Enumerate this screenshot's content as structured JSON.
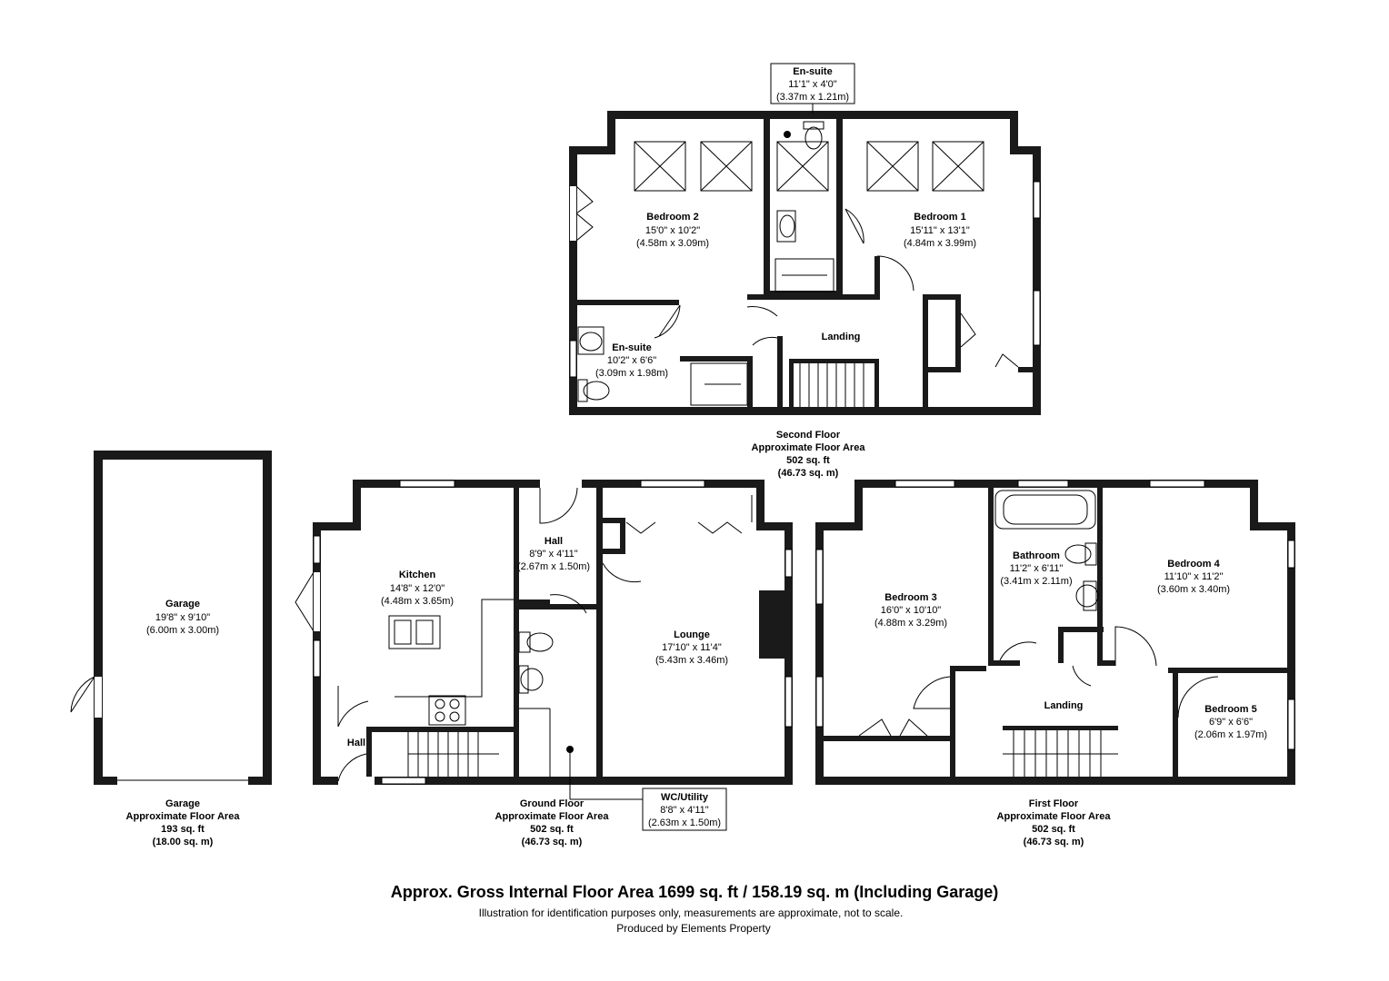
{
  "rooms": {
    "ensuite_top": {
      "name": "En-suite",
      "dim1": "11'1\" x 4'0\"",
      "dim2": "(3.37m x 1.21m)"
    },
    "bedroom2": {
      "name": "Bedroom 2",
      "dim1": "15'0\" x 10'2\"",
      "dim2": "(4.58m x 3.09m)"
    },
    "bedroom1": {
      "name": "Bedroom 1",
      "dim1": "15'11\" x 13'1\"",
      "dim2": "(4.84m x 3.99m)"
    },
    "ensuite2": {
      "name": "En-suite",
      "dim1": "10'2\" x 6'6\"",
      "dim2": "(3.09m x 1.98m)"
    },
    "landing_top": {
      "name": "Landing"
    },
    "garage": {
      "name": "Garage",
      "dim1": "19'8\" x 9'10\"",
      "dim2": "(6.00m x 3.00m)"
    },
    "kitchen": {
      "name": "Kitchen",
      "dim1": "14'8\" x 12'0\"",
      "dim2": "(4.48m x 3.65m)"
    },
    "hall_upper": {
      "name": "Hall",
      "dim1": "8'9\" x 4'11\"",
      "dim2": "(2.67m x 1.50m)"
    },
    "lounge": {
      "name": "Lounge",
      "dim1": "17'10\" x 11'4\"",
      "dim2": "(5.43m x 3.46m)"
    },
    "hall_lower": {
      "name": "Hall"
    },
    "wc_utility": {
      "name": "WC/Utility",
      "dim1": "8'8\" x 4'11\"",
      "dim2": "(2.63m x 1.50m)"
    },
    "bedroom3": {
      "name": "Bedroom 3",
      "dim1": "16'0\" x 10'10\"",
      "dim2": "(4.88m x 3.29m)"
    },
    "bathroom": {
      "name": "Bathroom",
      "dim1": "11'2\" x 6'11\"",
      "dim2": "(3.41m x 2.11m)"
    },
    "bedroom4": {
      "name": "Bedroom 4",
      "dim1": "11'10\" x 11'2\"",
      "dim2": "(3.60m x 3.40m)"
    },
    "bedroom5": {
      "name": "Bedroom 5",
      "dim1": "6'9\" x 6'6\"",
      "dim2": "(2.06m x 1.97m)"
    },
    "landing_first": {
      "name": "Landing"
    }
  },
  "floors": {
    "second": {
      "line1": "Second Floor",
      "line2": "Approximate Floor Area",
      "line3": "502 sq. ft",
      "line4": "(46.73 sq. m)"
    },
    "garage": {
      "line1": "Garage",
      "line2": "Approximate Floor Area",
      "line3": "193 sq. ft",
      "line4": "(18.00 sq. m)"
    },
    "ground": {
      "line1": "Ground Floor",
      "line2": "Approximate Floor Area",
      "line3": "502 sq. ft",
      "line4": "(46.73 sq. m)"
    },
    "first": {
      "line1": "First Floor",
      "line2": "Approximate Floor Area",
      "line3": "502 sq. ft",
      "line4": "(46.73 sq. m)"
    }
  },
  "footer": {
    "gross": "Approx. Gross Internal Floor Area 1699 sq. ft / 158.19 sq. m (Including Garage)",
    "disclaimer": "Illustration for identification purposes only, measurements are approximate, not to scale.",
    "producer": "Produced by Elements Property"
  }
}
